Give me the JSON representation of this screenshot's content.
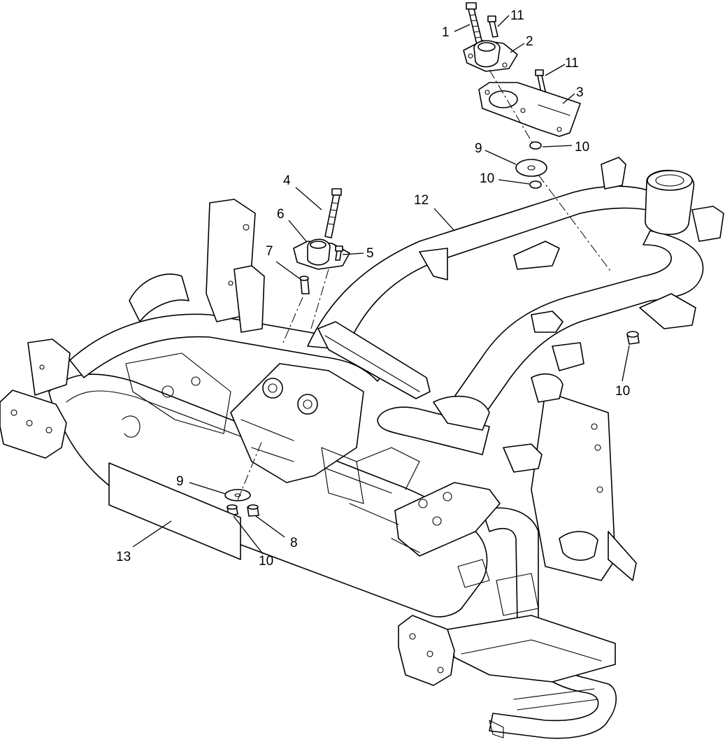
{
  "callouts": [
    {
      "id": "c1",
      "label": "1"
    },
    {
      "id": "c11a",
      "label": "11"
    },
    {
      "id": "c2",
      "label": "2"
    },
    {
      "id": "c11b",
      "label": "11"
    },
    {
      "id": "c3",
      "label": "3"
    },
    {
      "id": "c9a",
      "label": "9"
    },
    {
      "id": "c10a",
      "label": "10"
    },
    {
      "id": "c10b",
      "label": "10"
    },
    {
      "id": "c4",
      "label": "4"
    },
    {
      "id": "c12",
      "label": "12"
    },
    {
      "id": "c6",
      "label": "6"
    },
    {
      "id": "c5",
      "label": "5"
    },
    {
      "id": "c7",
      "label": "7"
    },
    {
      "id": "c10c",
      "label": "10"
    },
    {
      "id": "c9b",
      "label": "9"
    },
    {
      "id": "c8",
      "label": "8"
    },
    {
      "id": "c13",
      "label": "13"
    },
    {
      "id": "c10d",
      "label": "10"
    }
  ]
}
